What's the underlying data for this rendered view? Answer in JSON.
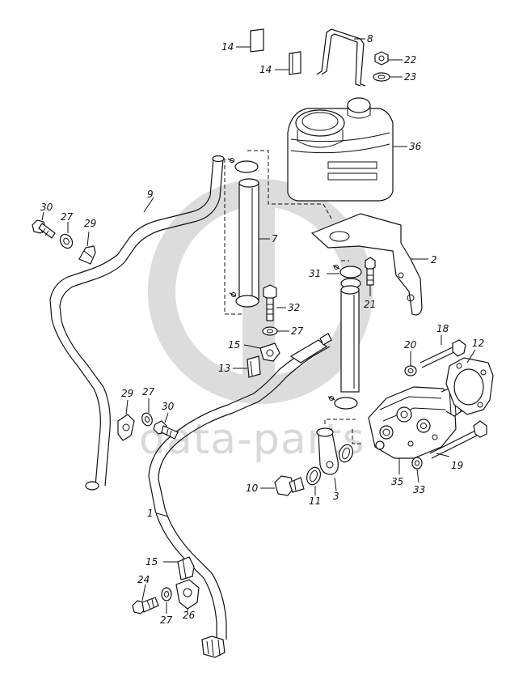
{
  "watermark": {
    "text": "data-parts",
    "color": "#d9d9d9"
  },
  "callouts": [
    {
      "id": "c14a",
      "text": "14"
    },
    {
      "id": "c8",
      "text": "8"
    },
    {
      "id": "c14b",
      "text": "14"
    },
    {
      "id": "c22",
      "text": "22"
    },
    {
      "id": "c23",
      "text": "23"
    },
    {
      "id": "c36",
      "text": "36"
    },
    {
      "id": "c9",
      "text": "9"
    },
    {
      "id": "c30a",
      "text": "30"
    },
    {
      "id": "c27a",
      "text": "27"
    },
    {
      "id": "c29a",
      "text": "29"
    },
    {
      "id": "c7",
      "text": "7"
    },
    {
      "id": "c2",
      "text": "2"
    },
    {
      "id": "c31",
      "text": "31"
    },
    {
      "id": "c32",
      "text": "32"
    },
    {
      "id": "c21",
      "text": "21"
    },
    {
      "id": "c27b",
      "text": "27"
    },
    {
      "id": "c15a",
      "text": "15"
    },
    {
      "id": "c18",
      "text": "18"
    },
    {
      "id": "c12",
      "text": "12"
    },
    {
      "id": "c20",
      "text": "20"
    },
    {
      "id": "c13",
      "text": "13"
    },
    {
      "id": "c29b",
      "text": "29"
    },
    {
      "id": "c27c",
      "text": "27"
    },
    {
      "id": "c30b",
      "text": "30"
    },
    {
      "id": "c19",
      "text": "19"
    },
    {
      "id": "c10",
      "text": "10"
    },
    {
      "id": "c11",
      "text": "11"
    },
    {
      "id": "c3",
      "text": "3"
    },
    {
      "id": "c35",
      "text": "35"
    },
    {
      "id": "c33",
      "text": "33"
    },
    {
      "id": "c1",
      "text": "1"
    },
    {
      "id": "c15b",
      "text": "15"
    },
    {
      "id": "c24",
      "text": "24"
    },
    {
      "id": "c27d",
      "text": "27"
    },
    {
      "id": "c26",
      "text": "26"
    }
  ]
}
